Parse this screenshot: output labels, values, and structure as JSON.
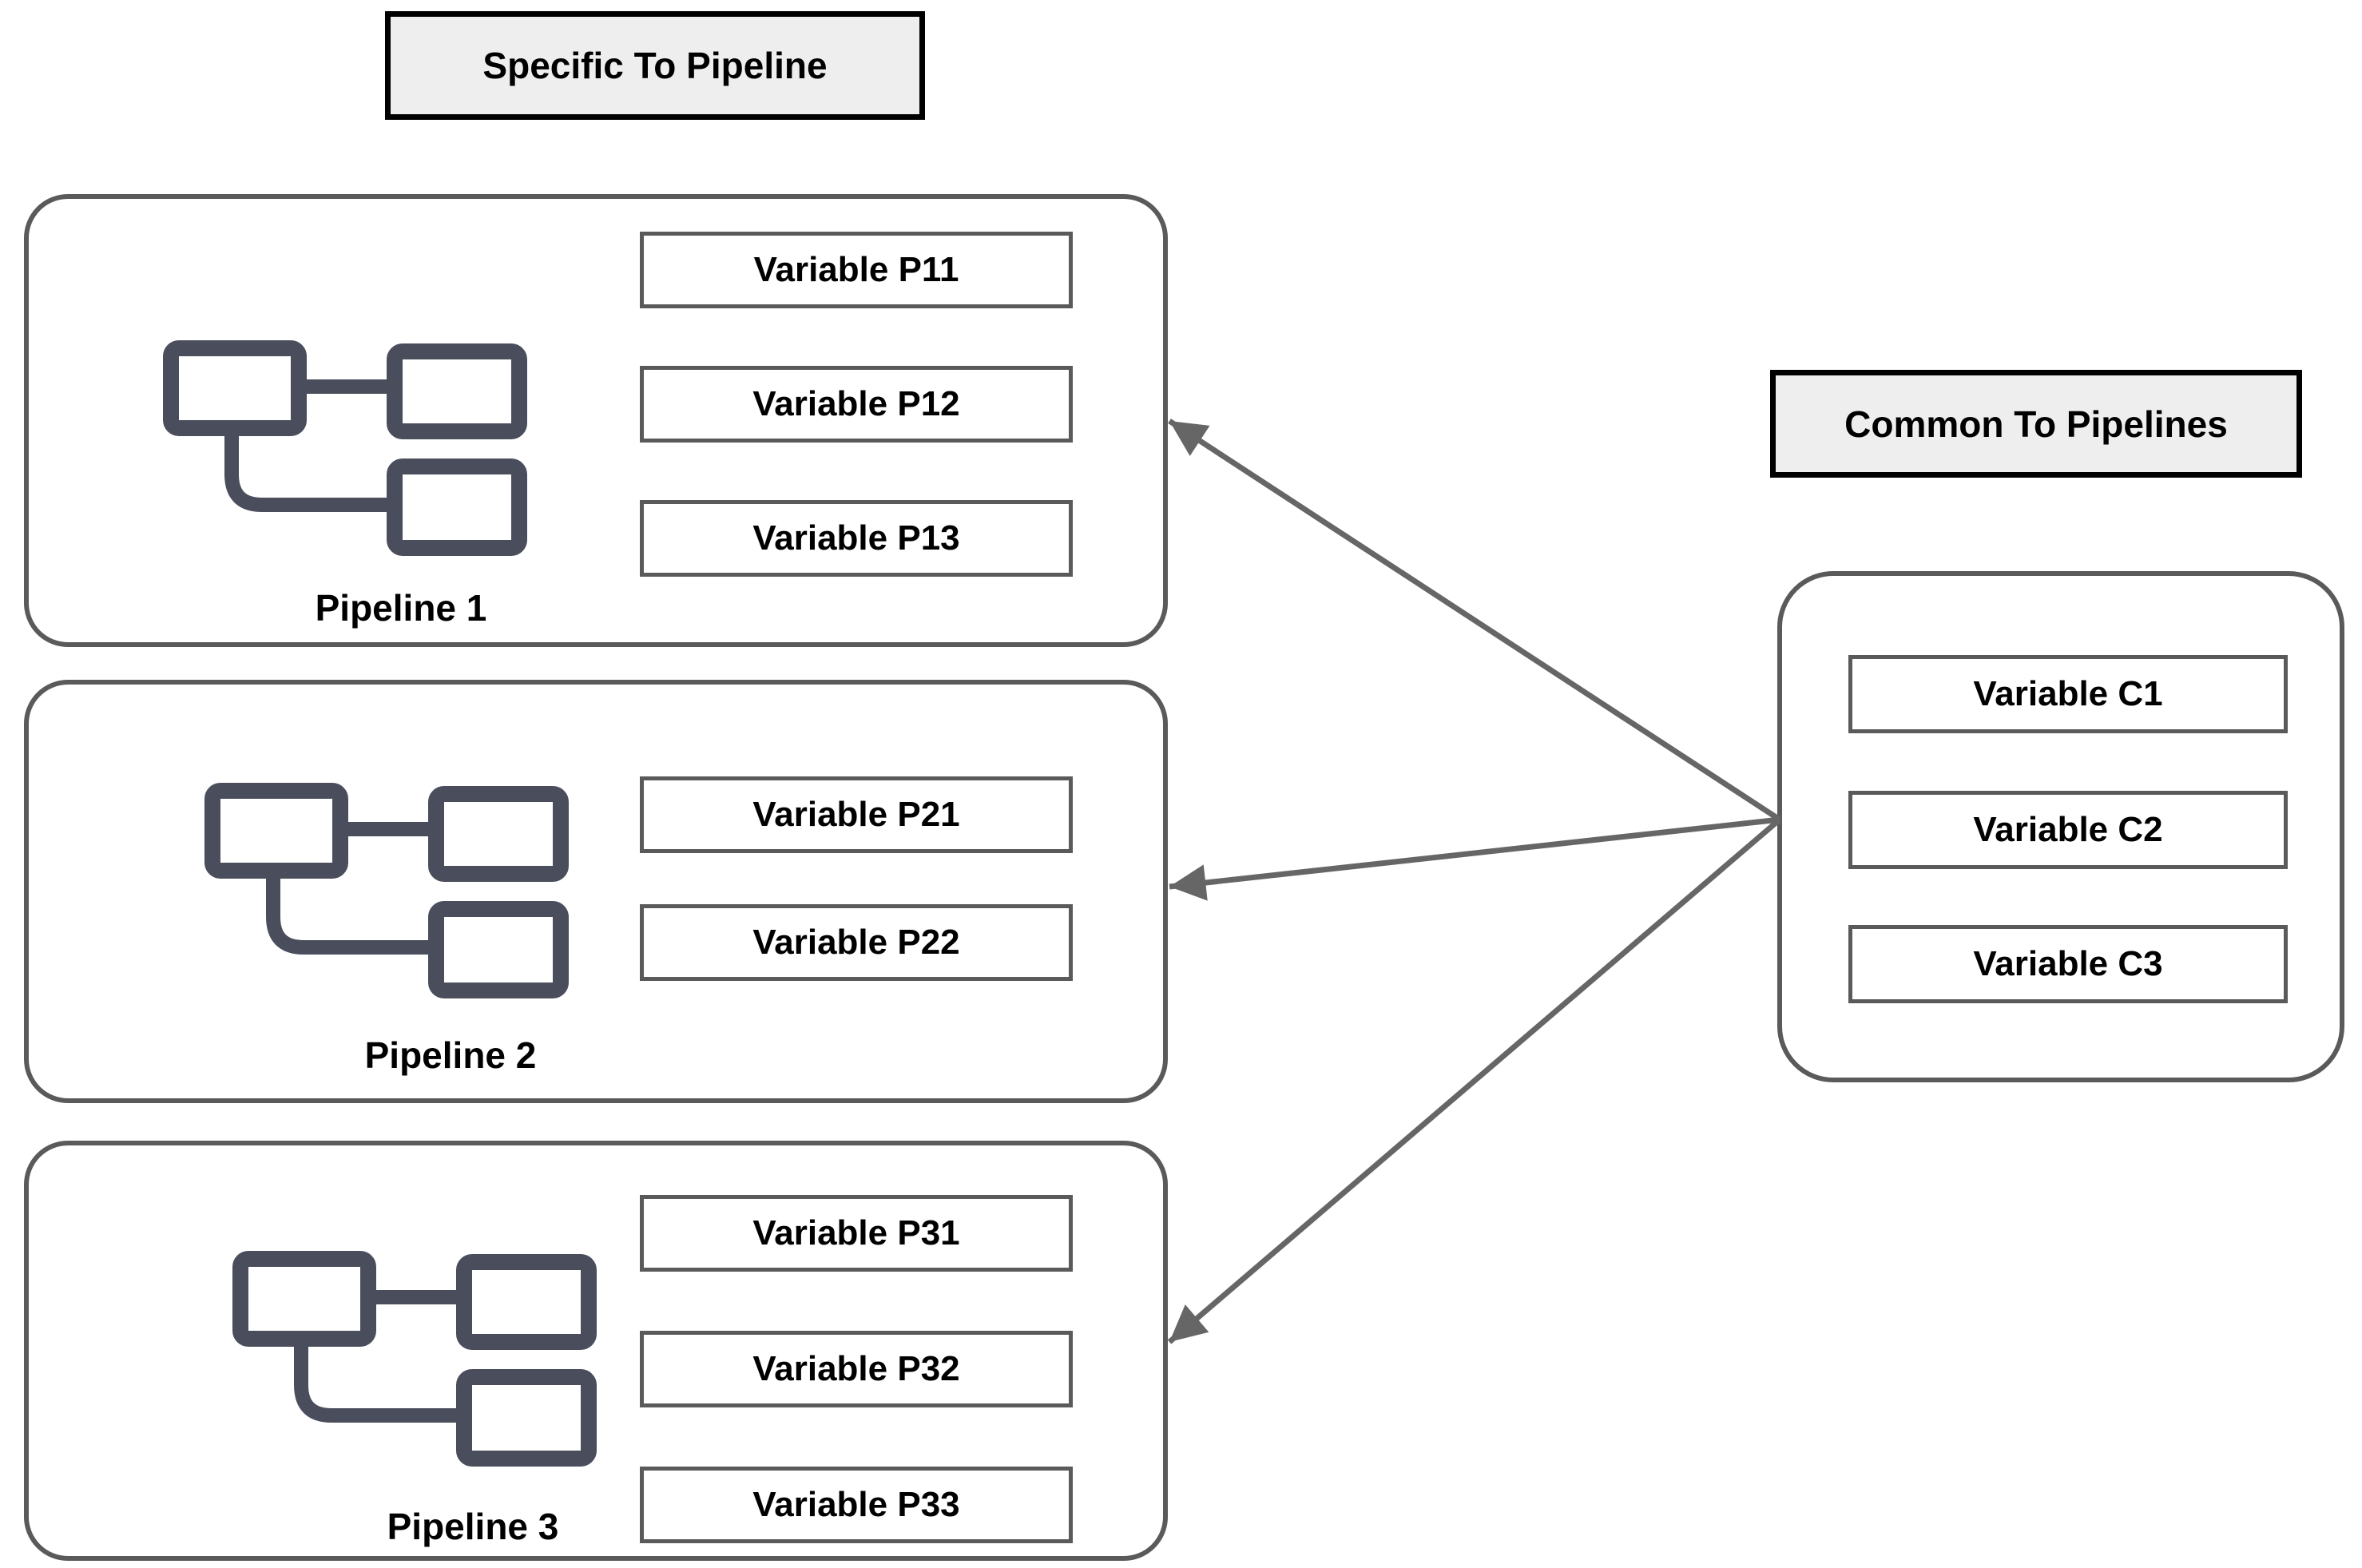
{
  "diagram": {
    "left_group_title": "Specific To Pipeline",
    "right_group_title": "Common To Pipelines",
    "pipelines": [
      {
        "label": "Pipeline 1",
        "variables": [
          "Variable P11",
          "Variable P12",
          "Variable P13"
        ]
      },
      {
        "label": "Pipeline 2",
        "variables": [
          "Variable P21",
          "Variable P22"
        ]
      },
      {
        "label": "Pipeline 3",
        "variables": [
          "Variable P31",
          "Variable P32",
          "Variable P33"
        ]
      }
    ],
    "common_variables": [
      "Variable C1",
      "Variable C2",
      "Variable C3"
    ],
    "arrows": [
      {
        "from": "Common To Pipelines",
        "to": "Pipeline 1"
      },
      {
        "from": "Common To Pipelines",
        "to": "Pipeline 2"
      },
      {
        "from": "Common To Pipelines",
        "to": "Pipeline 3"
      }
    ],
    "icon_name": "flowchart-tree-icon",
    "colors": {
      "container_border": "#5a5a5a",
      "variable_border": "#5a5a5a",
      "title_border": "#000000",
      "title_background": "#eeeeee",
      "icon": "#4a4e5c",
      "arrow": "#666666",
      "text": "#000000",
      "background": "#ffffff"
    }
  }
}
